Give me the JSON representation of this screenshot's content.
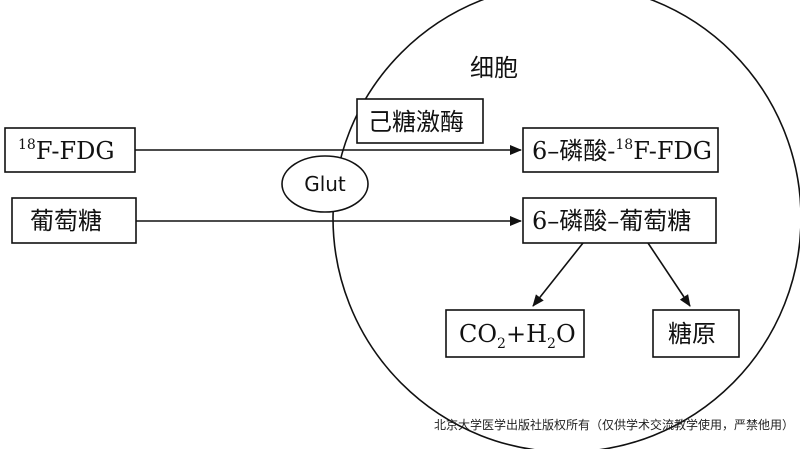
{
  "diagram": {
    "cell_label": "细胞",
    "glut_label": "Glut",
    "hexokinase_label": "己糖激酶",
    "input_fdg": {
      "sup": "18",
      "text": "F-FDG"
    },
    "input_glucose": "葡萄糖",
    "product_fdg": {
      "prefix": "6–磷酸-",
      "sup": "18",
      "text": "F-FDG"
    },
    "product_glucose": "6–磷酸–葡萄糖",
    "output_co2_h2o": {
      "co": "CO",
      "sub1": "2",
      "plus_h": "+H",
      "sub2": "2",
      "o": "O"
    },
    "output_glycogen": "糖原"
  },
  "footer": {
    "copyright": "北京大学医学出版社版权所有（仅供学术交流教学使用，严禁他用）"
  }
}
